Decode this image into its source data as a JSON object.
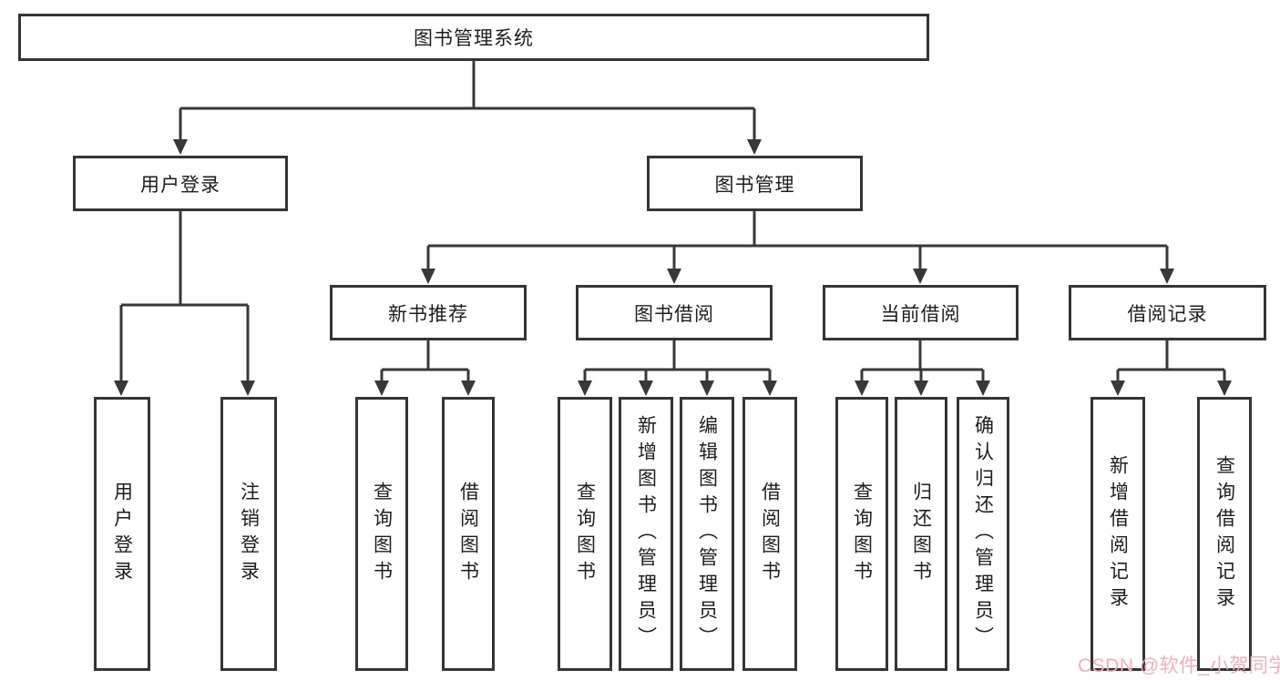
{
  "tree": {
    "label": "图书管理系统",
    "children": [
      {
        "label": "用户登录",
        "children": [
          {
            "label": "用户登录"
          },
          {
            "label": "注销登录"
          }
        ]
      },
      {
        "label": "图书管理",
        "children": [
          {
            "label": "新书推荐",
            "children": [
              {
                "label": "查询图书"
              },
              {
                "label": "借阅图书"
              }
            ]
          },
          {
            "label": "图书借阅",
            "children": [
              {
                "label": "查询图书"
              },
              {
                "label": "新增图书（管理员）"
              },
              {
                "label": "编辑图书（管理员）"
              },
              {
                "label": "借阅图书"
              }
            ]
          },
          {
            "label": "当前借阅",
            "children": [
              {
                "label": "查询图书"
              },
              {
                "label": "归还图书"
              },
              {
                "label": "确认归还（管理员）"
              }
            ]
          },
          {
            "label": "借阅记录",
            "children": [
              {
                "label": "新增借阅记录"
              },
              {
                "label": "查询借阅记录"
              }
            ]
          }
        ]
      }
    ]
  },
  "watermark": {
    "text": "CSDN @软件_小贺同学"
  },
  "colors": {
    "line": "#383838",
    "border": "#353535",
    "text": "#1d1d1d",
    "watermark": "#f3aeb9",
    "background": "#ffffff"
  }
}
